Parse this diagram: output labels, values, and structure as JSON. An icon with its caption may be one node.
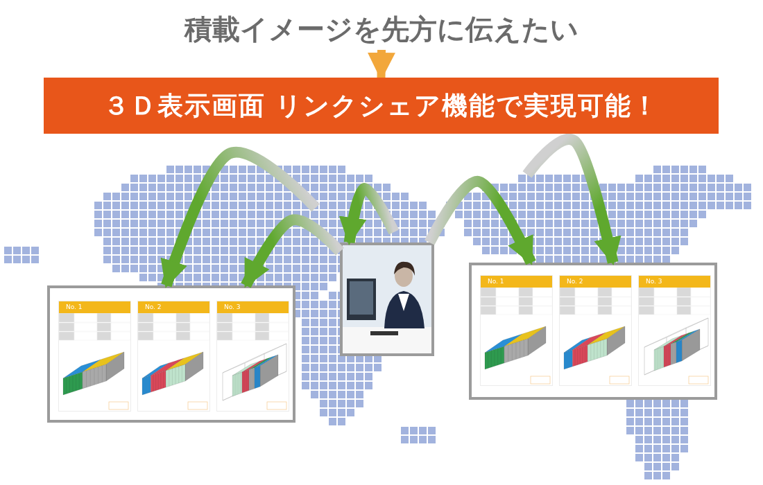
{
  "diagram": {
    "nodes": [
      {
        "text": [
          "積載イメージを先方に伝えたい"
        ]
      },
      {
        "text": [
          "３Ｄ表示画面 リンクシェア機能で実現可能！"
        ]
      },
      {
        "text": [],
        "shape": "box"
      },
      {
        "text": [
          "No. 1"
        ],
        "in": 2
      },
      {
        "text": [
          "No. 2"
        ],
        "in": 2
      },
      {
        "text": [
          "No. 3"
        ],
        "in": 2
      },
      {
        "text": [],
        "shape": "picture"
      },
      {
        "text": [],
        "shape": "box"
      },
      {
        "text": [
          "No. 1"
        ],
        "in": 7
      },
      {
        "text": [
          "No. 2"
        ],
        "in": 7
      },
      {
        "text": [
          "No. 3"
        ],
        "in": 7
      }
    ],
    "edges": [
      {
        "from": 0,
        "to": 1,
        "arrow": "to",
        "color": "#f2a73b"
      },
      {
        "from": null,
        "to": 2,
        "arrow": "to"
      },
      {
        "from": 6,
        "to": 2,
        "arrow": "to"
      },
      {
        "from": null,
        "to": 6,
        "arrow": "to"
      },
      {
        "from": 6,
        "to": 7,
        "arrow": "to"
      },
      {
        "from": null,
        "to": 7,
        "arrow": "to"
      }
    ]
  }
}
